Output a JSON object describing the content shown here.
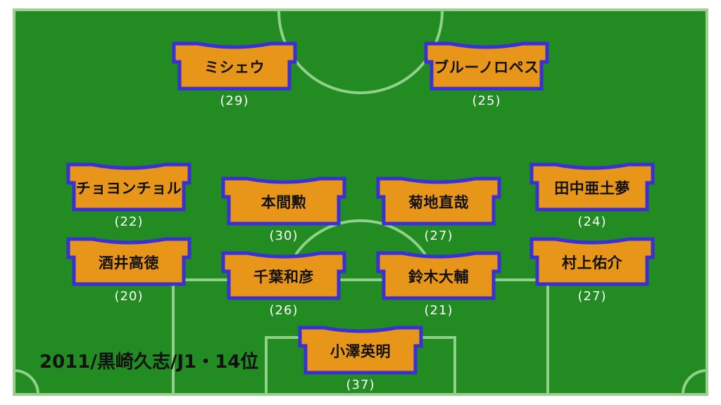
{
  "colors": {
    "pitch": "#228b22",
    "lines": "#8fd18a",
    "border": "#9cd08f",
    "shirt_fill": "#e8961a",
    "shirt_outline": "#3b2fd6",
    "number_text": "#ffffff",
    "name_text": "#111111"
  },
  "caption": "2011/黒崎久志/J1・14位",
  "players": [
    {
      "name": "ミシェウ",
      "number": "(29)",
      "role": "forward-left"
    },
    {
      "name": "ブルーノロペス",
      "number": "(25)",
      "role": "forward-right"
    },
    {
      "name": "チョヨンチョル",
      "number": "(22)",
      "role": "left-midfield"
    },
    {
      "name": "本間勲",
      "number": "(30)",
      "role": "center-midfield-left"
    },
    {
      "name": "菊地直哉",
      "number": "(27)",
      "role": "center-midfield-right"
    },
    {
      "name": "田中亜土夢",
      "number": "(24)",
      "role": "right-midfield"
    },
    {
      "name": "酒井高徳",
      "number": "(20)",
      "role": "left-back"
    },
    {
      "name": "千葉和彦",
      "number": "(26)",
      "role": "center-back-left"
    },
    {
      "name": "鈴木大輔",
      "number": "(21)",
      "role": "center-back-right"
    },
    {
      "name": "村上佑介",
      "number": "(27)",
      "role": "right-back"
    },
    {
      "name": "小澤英明",
      "number": "(37)",
      "role": "goalkeeper"
    }
  ]
}
